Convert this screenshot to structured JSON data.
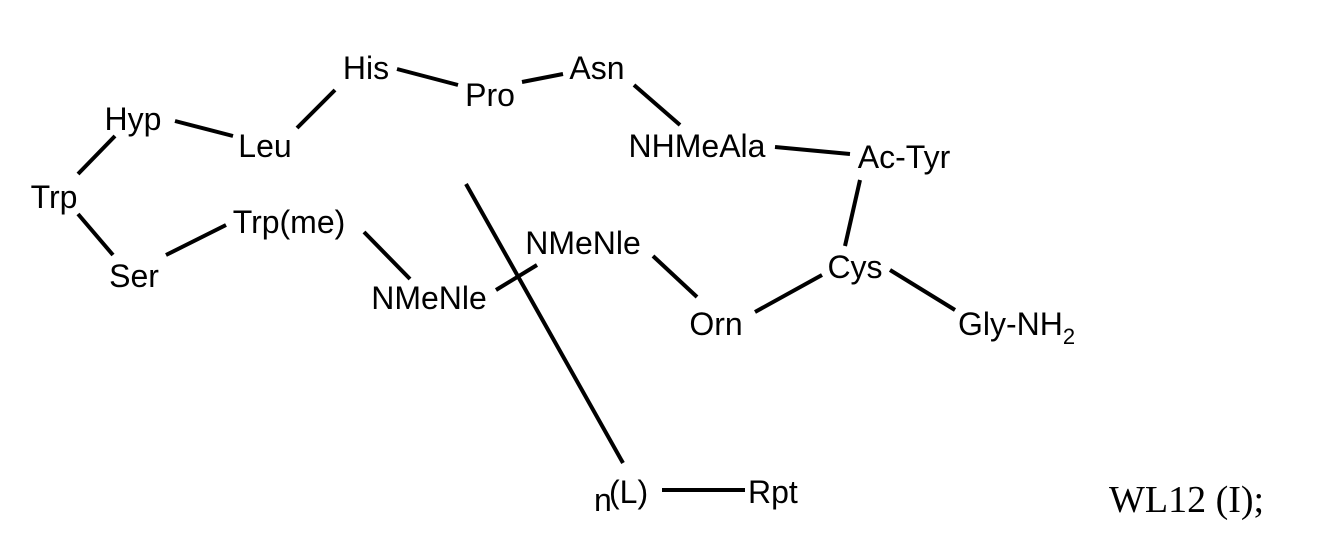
{
  "residues": {
    "his": "His",
    "pro": "Pro",
    "asn": "Asn",
    "hyp": "Hyp",
    "leu": "Leu",
    "nhmeala": "NHMeAla",
    "actyr": "Ac-Tyr",
    "trp": "Trp",
    "trpme": "Trp(me)",
    "nmenle_upper": "NMeNle",
    "ser": "Ser",
    "cys": "Cys",
    "nmenle_lower": "NMeNle",
    "orn": "Orn",
    "gly": "Gly-NH",
    "gly_sub": "2"
  },
  "linker": {
    "n": "n",
    "l": "(L)",
    "rpt": "Rpt"
  },
  "compound_label": "WL12 (I);"
}
